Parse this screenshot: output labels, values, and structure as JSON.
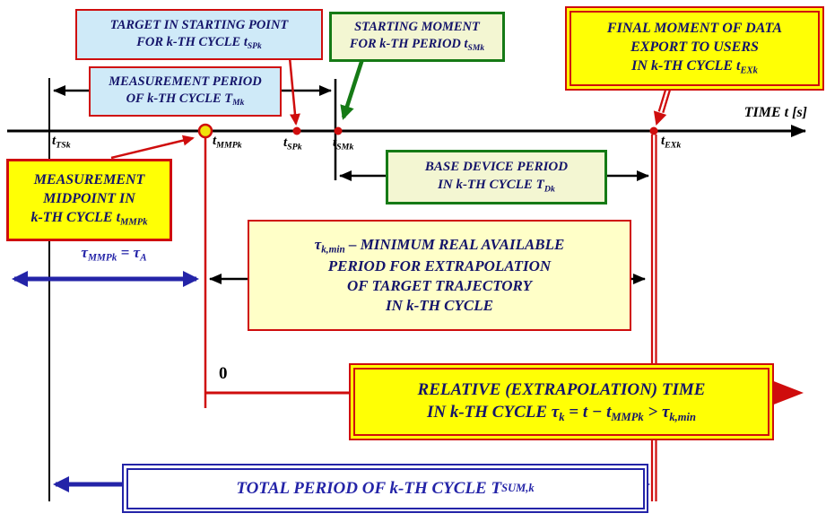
{
  "colors": {
    "red": "#cf0d0d",
    "green": "#157a15",
    "blue": "#2424a8",
    "yellow": "#ffff05",
    "cream": "#ffffc8",
    "light_blue": "#cfeaf8",
    "pale_green": "#f3f6d2"
  },
  "axis": {
    "time_label": "TIME t [s]",
    "zero_label": "0"
  },
  "ticks": {
    "tsk": {
      "base": "t",
      "sub": "TSk"
    },
    "mmpk": {
      "base": "t",
      "sub": "MMPk"
    },
    "spk": {
      "base": "t",
      "sub": "SPk"
    },
    "smk": {
      "base": "t",
      "sub": "SMk"
    },
    "exk": {
      "base": "t",
      "sub": "EXk"
    }
  },
  "boxes": {
    "target_start": {
      "line1": "TARGET IN STARTING POINT",
      "line2": "FOR k-TH CYCLE t",
      "sub": "SPk"
    },
    "measurement_period": {
      "line1": "MEASUREMENT PERIOD",
      "line2": "OF k-TH CYCLE T",
      "sub": "Mk"
    },
    "starting_moment": {
      "line1": "STARTING MOMENT",
      "line2": "FOR k-TH PERIOD t",
      "sub": "SMk"
    },
    "final_moment": {
      "line1": "FINAL MOMENT OF DATA",
      "line2": "EXPORT TO USERS",
      "line3": "IN k-TH CYCLE t",
      "sub": "EXk"
    },
    "measurement_midpoint": {
      "line1": "MEASUREMENT",
      "line2": "MIDPOINT IN",
      "line3": "k-TH CYCLE t",
      "sub": "MMPk"
    },
    "base_device": {
      "line1": "BASE DEVICE PERIOD",
      "line2": "IN k-TH CYCLE T",
      "sub": "Dk"
    },
    "tau_min": {
      "l1a": "τ",
      "l1b": "k,min",
      "l1c": " – MINIMUM REAL AVAILABLE",
      "line2": "PERIOD FOR EXTRAPOLATION",
      "line3": "OF TARGET TRAJECTORY",
      "line4": "IN k-TH CYCLE"
    },
    "relative_time": {
      "line1": "RELATIVE (EXTRAPOLATION) TIME",
      "l2a": "IN k-TH CYCLE τ",
      "l2b": "k",
      "l2c": " = t − t",
      "l2d": "MMPk",
      "l2e": " > τ",
      "l2f": "k,min"
    },
    "total_period": {
      "l1a": "TOTAL PERIOD OF k-TH CYCLE T",
      "l1b": "SUM,k"
    }
  },
  "labels": {
    "tau_mmp": {
      "a": "τ",
      "b": "MMPk",
      "c": " = τ",
      "d": "A"
    }
  }
}
